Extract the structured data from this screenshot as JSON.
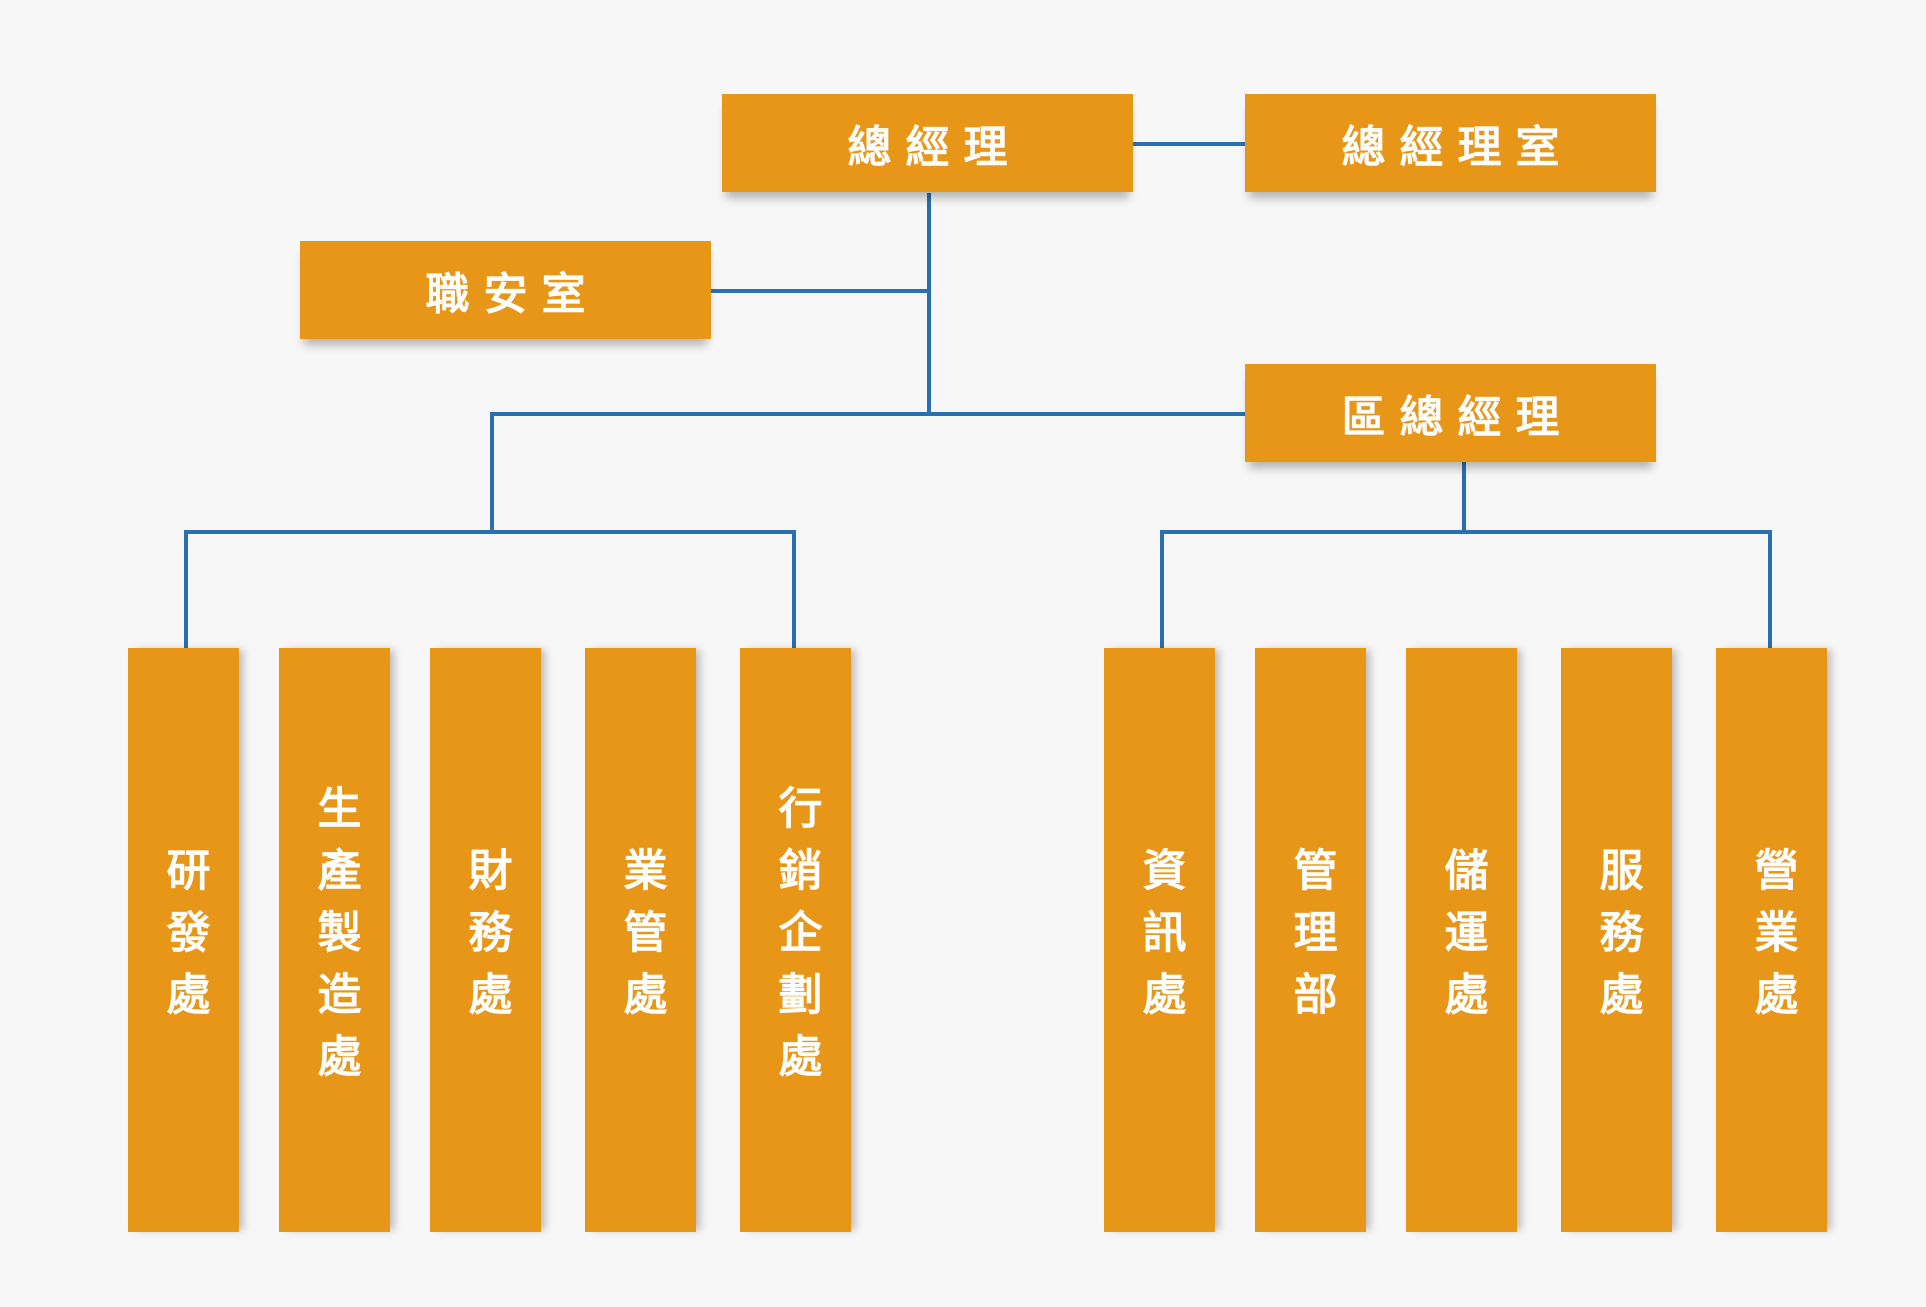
{
  "top": {
    "ceo": "總經理",
    "ceo_office": "總經理室",
    "safety_office": "職安室",
    "regional_gm": "區總經理"
  },
  "left_departments": [
    "研發處",
    "生產製造處",
    "財務處",
    "業管處",
    "行銷企劃處"
  ],
  "right_departments": [
    "資訊處",
    "管理部",
    "儲運處",
    "服務處",
    "營業處"
  ],
  "colors": {
    "box": "#e89617",
    "text": "#ffffff",
    "line": "#2a6fb0",
    "background": "#f7f7f7"
  }
}
